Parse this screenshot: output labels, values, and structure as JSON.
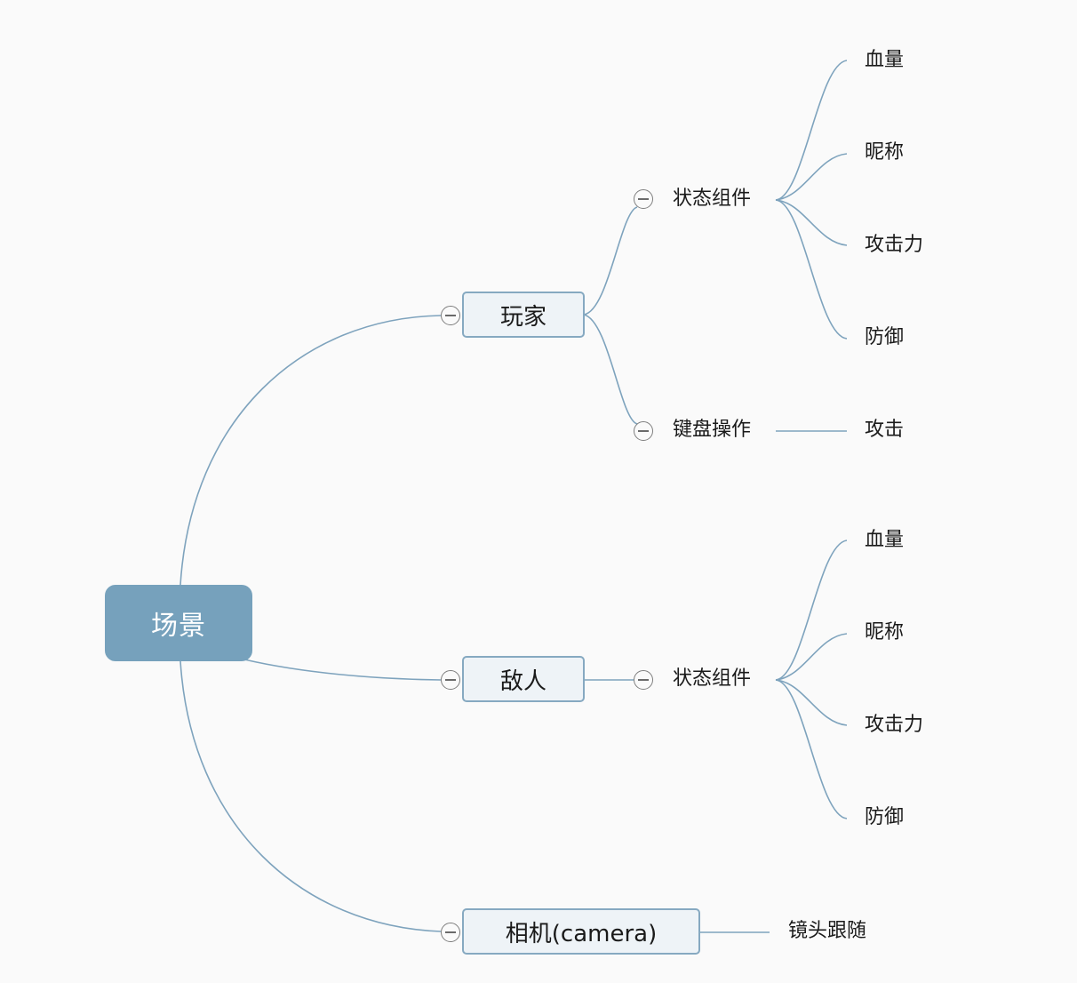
{
  "colors": {
    "root_fill": "#76a1bc",
    "node_fill": "#eef3f7",
    "node_border": "#86a9c1",
    "connector": "#7ea3bd",
    "background": "#fafafa"
  },
  "mindmap": {
    "root": "场景",
    "player": {
      "label": "玩家",
      "status": {
        "label": "状态组件",
        "items": [
          "血量",
          "昵称",
          "攻击力",
          "防御"
        ]
      },
      "keyboard": {
        "label": "键盘操作",
        "items": [
          "攻击"
        ]
      }
    },
    "enemy": {
      "label": "敌人",
      "status": {
        "label": "状态组件",
        "items": [
          "血量",
          "昵称",
          "攻击力",
          "防御"
        ]
      }
    },
    "camera": {
      "label": "相机(camera)",
      "items": [
        "镜头跟随"
      ]
    }
  },
  "icons": {
    "collapse": "collapse-minus-icon"
  }
}
